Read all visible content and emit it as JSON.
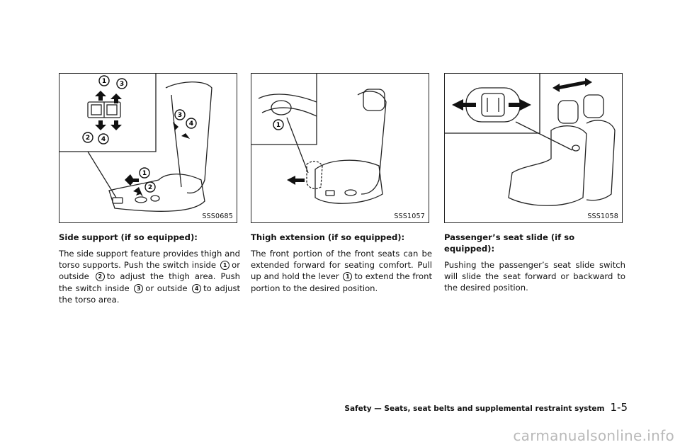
{
  "figures": [
    {
      "code": "SSS0685",
      "callouts": [
        "1",
        "2",
        "3",
        "4"
      ]
    },
    {
      "code": "SSS1057",
      "callouts": [
        "1"
      ]
    },
    {
      "code": "SSS1058",
      "callouts": []
    }
  ],
  "sections": [
    {
      "heading": "Side support (if so equipped):",
      "text": {
        "t1": "The side support feature provides thigh and torso supports. Push the switch inside",
        "t2": "or outside",
        "t3": "to adjust the thigh area. Push the switch inside",
        "t4": "or outside",
        "t5": "to adjust the torso area."
      },
      "nums": [
        "1",
        "2",
        "3",
        "4"
      ]
    },
    {
      "heading": "Thigh extension (if so equipped):",
      "text": {
        "t1": "The front portion of the front seats can be extended forward for seating comfort. Pull up and hold the lever",
        "t2": "to extend the front portion to the desired position."
      },
      "nums": [
        "1"
      ]
    },
    {
      "heading": "Passenger’s seat slide (if so equipped):",
      "text": {
        "t1": "Pushing the passenger’s seat slide switch will slide the seat forward or backward to the desired position."
      }
    }
  ],
  "footer": {
    "section": "Safety — Seats, seat belts and supplemental restraint system",
    "page": "1-5"
  },
  "watermark": "carmanualsonline.info"
}
